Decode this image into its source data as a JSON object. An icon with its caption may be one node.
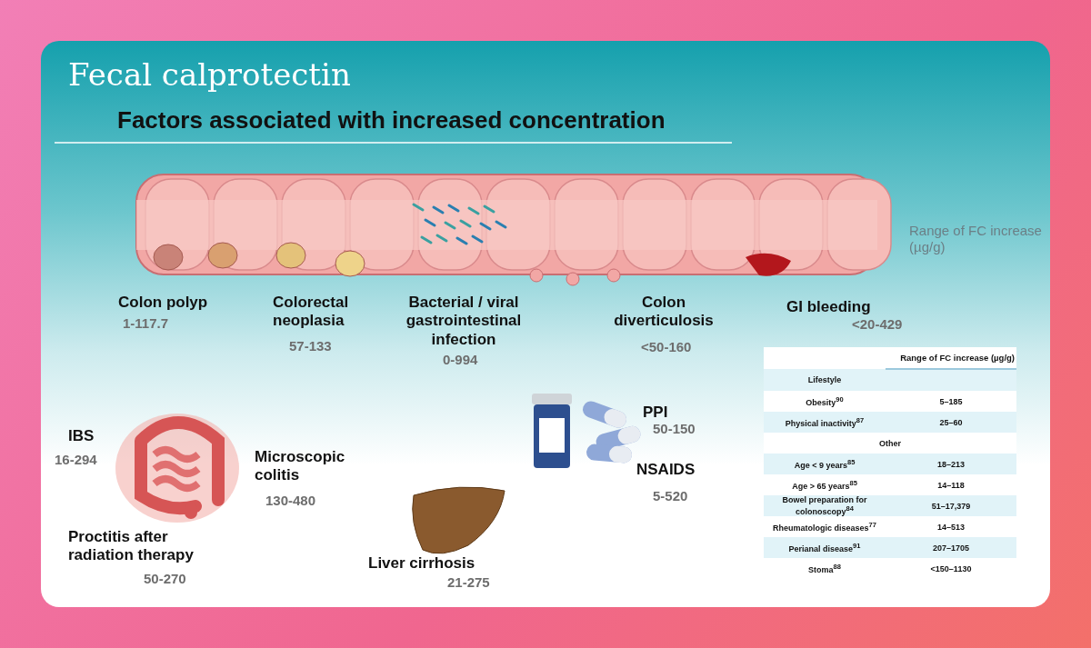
{
  "diagram": {
    "title": "Fecal calprotectin",
    "labels": [
      "Factors associated with increased concentration",
      "Range of FC increase (µg/g)",
      "Colon polyp",
      "1-117.7",
      "Colorectal neoplasia",
      "57-133",
      "Bacterial / viral gastrointestinal infection",
      "0-994",
      "Colon diverticulosis",
      "<50-160",
      "GI bleeding",
      "<20-429",
      "IBS",
      "16-294",
      "Microscopic colitis",
      "130-480",
      "Proctitis after radiation therapy",
      "50-270",
      "Liver cirrhosis",
      "21-275",
      "PPI",
      "50-150",
      "NSAIDS",
      "5-520",
      "Range of FC increase (µg/g)",
      "Lifestyle",
      "Obesity$^{90}$",
      "5–185",
      "Physical inactivity$^{87}$",
      "25–60",
      "Other",
      "Age < 9 years$^{85}$",
      "18–213",
      "Age > 65 years$^{85}$",
      "14–118",
      "Bowel preparation for colonoscopy$^{84}$",
      "51–17,379",
      "Rheumatologic diseases$^{77}$",
      "14–513",
      "Perianal disease$^{91}$",
      "207–1705",
      "Stoma$^{88}$",
      "<150–1130"
    ]
  }
}
